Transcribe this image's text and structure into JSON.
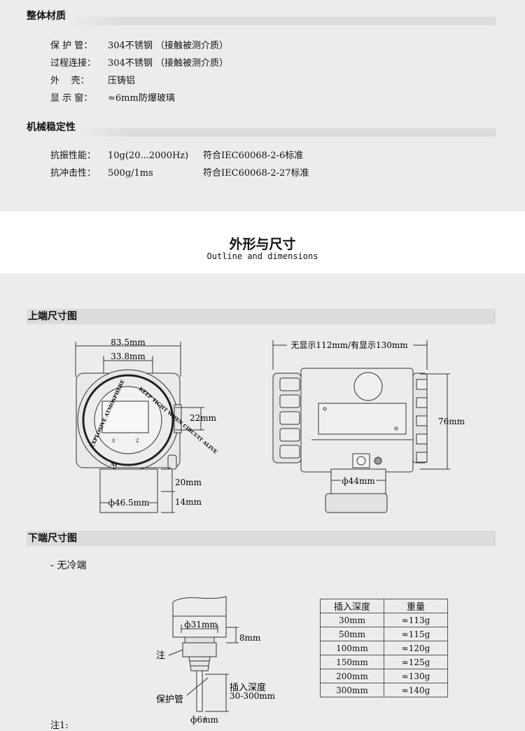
{
  "material": {
    "title": "整体材质",
    "rows": [
      {
        "label": "保 护 管：",
        "value": "304不锈钢 （接触被测介质）"
      },
      {
        "label": "过程连接：",
        "value": "304不锈钢 （接触被测介质）"
      },
      {
        "label": "外    壳：",
        "value": "压铸铝"
      },
      {
        "label": "显 示 窗：",
        "value": "≈6mm防爆玻璃"
      }
    ]
  },
  "stability": {
    "title": "机械稳定性",
    "rows": [
      {
        "label": "抗振性能：",
        "value": "10g(20...2000Hz)",
        "standard": "符合IEC60068-2-6标准"
      },
      {
        "label": "抗冲击性：",
        "value": "500g/1ms",
        "standard": "符合IEC60068-2-27标准"
      }
    ]
  },
  "dimensions": {
    "title": "外形与尺寸",
    "subtitle": "Outline and dimensions"
  },
  "top_view": {
    "title": "上端尺寸图",
    "front": {
      "width_outer": "83.5mm",
      "width_inner": "33.8mm",
      "dim_22": "22mm",
      "dim_20": "20mm",
      "dim_14": "14mm",
      "dia": "ф46.5mm",
      "ring_text_1": "EXPLOSIVE ATMOSPHERE",
      "ring_text_2": "KEEP TIGHT WHEN CIRCUIT ALIVE",
      "ring_text_3": "IN"
    },
    "side": {
      "top_label": "无显示112mm/有显示130mm",
      "height": "76mm",
      "dia": "ф44mm"
    }
  },
  "bottom_view": {
    "title": "下端尺寸图",
    "subtitle": "- 无冷端",
    "labels": {
      "d31": "ф31mm",
      "h8": "8mm",
      "note": "注",
      "insert": "插入深度",
      "insert_range": "30-300mm",
      "tube": "保护管",
      "d6": "ф6mm"
    },
    "note_label": "注1:",
    "table": {
      "headers": [
        "插入深度",
        "重量"
      ],
      "rows": [
        [
          "30mm",
          "≈113g"
        ],
        [
          "50mm",
          "≈115g"
        ],
        [
          "100mm",
          "≈120g"
        ],
        [
          "150mm",
          "≈125g"
        ],
        [
          "200mm",
          "≈130g"
        ],
        [
          "300mm",
          "≈140g"
        ]
      ]
    }
  }
}
